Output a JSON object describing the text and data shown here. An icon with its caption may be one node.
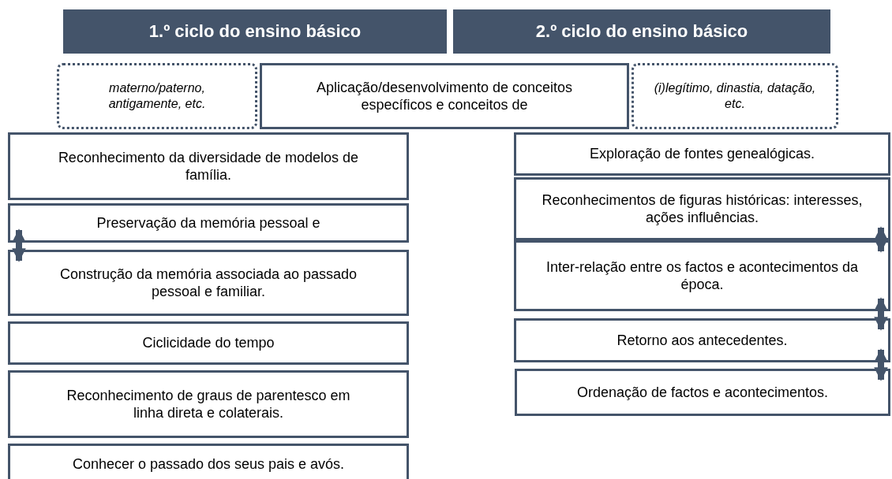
{
  "diagram": {
    "nodes": [
      {
        "text": [
          "1.º ciclo do ensino básico"
        ]
      },
      {
        "text": [
          "2.º ciclo do ensino básico"
        ]
      },
      {
        "text": [
          "materno/paterno, antigamente, etc."
        ]
      },
      {
        "text": [
          "Aplicação/desenvolvimento de conceitos específicos e conceitos de"
        ]
      },
      {
        "text": [
          "(i)legítimo, dinastia, datação, etc."
        ]
      },
      {
        "text": [
          "Reconhecimento da diversidade de modelos de família."
        ]
      },
      {
        "text": [
          "Preservação da memória pessoal e"
        ]
      },
      {
        "text": [
          "Construção da memória associada ao passado pessoal e familiar."
        ]
      },
      {
        "text": [
          "Ciclicidade do tempo"
        ]
      },
      {
        "text": [
          "Reconhecimento de graus de parentesco em linha direta e colaterais."
        ]
      },
      {
        "text": [
          "Conhecer o passado dos seus pais e avós."
        ]
      },
      {
        "text": [
          "Exploração de fontes genealógicas."
        ]
      },
      {
        "text": [
          "Reconhecimentos de figuras históricas: interesses, ações influências."
        ]
      },
      {
        "text": [
          "Inter-relação entre os factos e acontecimentos da época."
        ]
      },
      {
        "text": [
          "Retorno aos antecedentes."
        ]
      },
      {
        "text": [
          "Ordenação de factos e acontecimentos."
        ]
      }
    ],
    "edges": [
      {
        "from": 6,
        "to": 7,
        "arrow": "both"
      },
      {
        "from": 12,
        "to": 13,
        "arrow": "both"
      },
      {
        "from": 13,
        "to": 14,
        "arrow": "both"
      },
      {
        "from": 14,
        "to": 15,
        "arrow": "both"
      }
    ]
  }
}
